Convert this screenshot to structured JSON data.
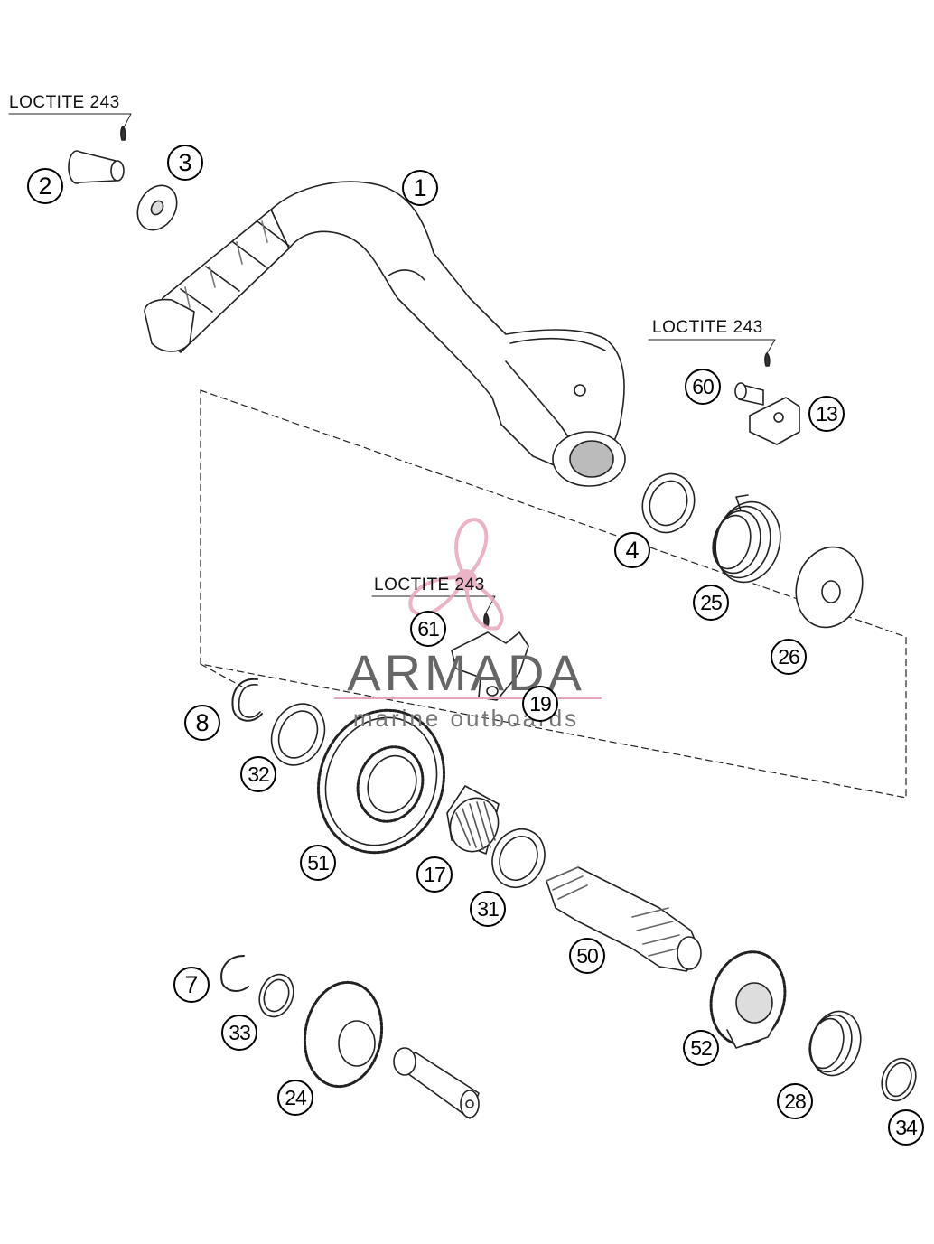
{
  "labels": {
    "loctite_1": "LOCTITE 243",
    "loctite_2": "LOCTITE 243",
    "loctite_3": "LOCTITE 243"
  },
  "callouts": {
    "p1": "1",
    "p2": "2",
    "p3": "3",
    "p4": "4",
    "p7": "7",
    "p8": "8",
    "p13": "13",
    "p17": "17",
    "p19": "19",
    "p24": "24",
    "p25": "25",
    "p26": "26",
    "p28": "28",
    "p31": "31",
    "p32": "32",
    "p33": "33",
    "p34": "34",
    "p50": "50",
    "p51": "51",
    "p52": "52",
    "p60": "60",
    "p61": "61"
  },
  "watermark": {
    "name": "ARMADA",
    "tagline": "marine outboards",
    "accent_color": "#e8a6bd"
  },
  "colors": {
    "line": "#222222",
    "part_fill": "#ffffff",
    "shade": "#9a9a9a"
  }
}
